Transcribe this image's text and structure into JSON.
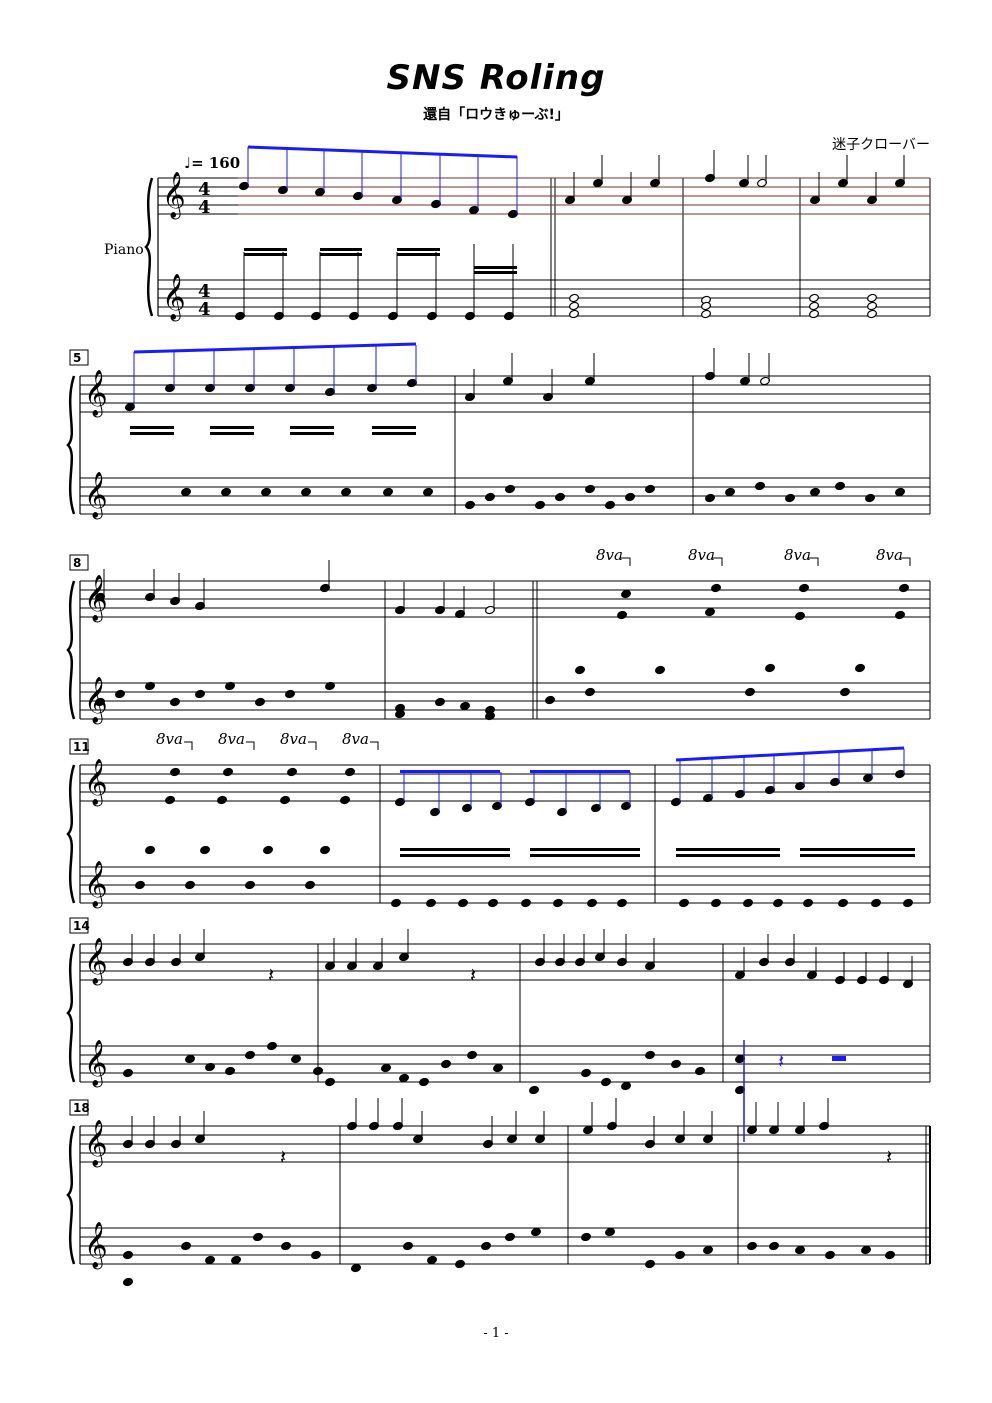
{
  "header": {
    "title": "SNS Roling",
    "subtitle": "還自「ロウきゅーぶ!」",
    "composer": "迷子クローバー",
    "instrument": "Piano",
    "tempo": "♩= 160",
    "page_number": "- 1 -"
  },
  "time_signature": {
    "numerator": "4",
    "denominator": "4"
  },
  "systems": [
    {
      "measure_number": ""
    },
    {
      "measure_number": "5"
    },
    {
      "measure_number": "8"
    },
    {
      "measure_number": "11"
    },
    {
      "measure_number": "14"
    },
    {
      "measure_number": "18"
    }
  ],
  "ottava_label": "8va",
  "colors": {
    "ink": "#000000",
    "highlight_blue": "#1a1aff",
    "highlight_red": "#e06060"
  }
}
